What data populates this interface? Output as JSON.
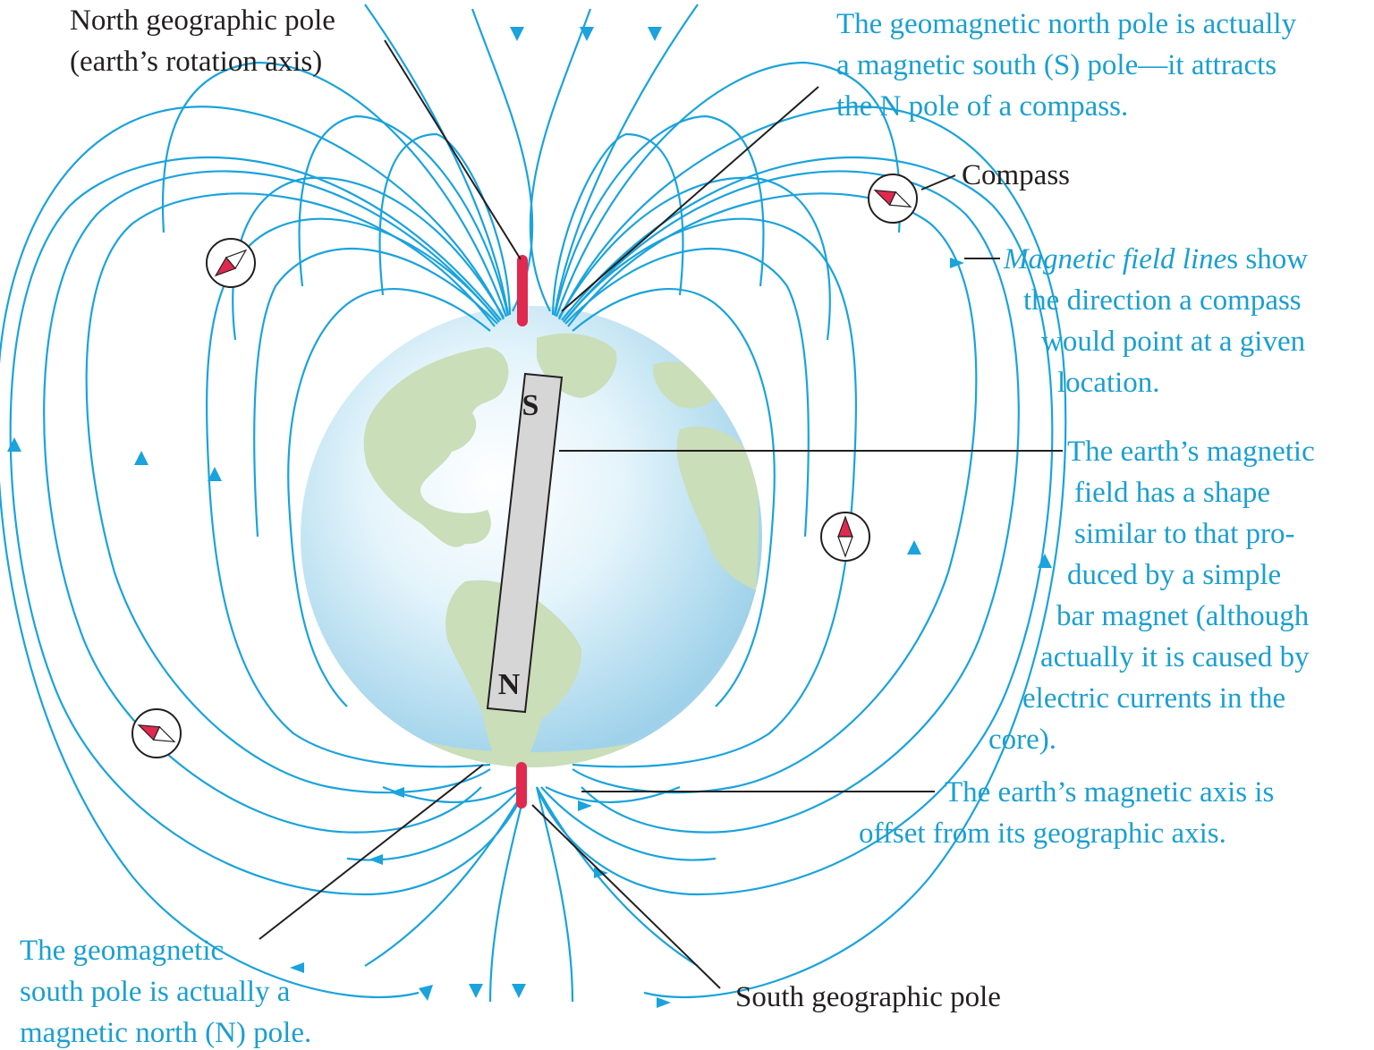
{
  "labels": {
    "north_geographic_pole": [
      "North geographic pole",
      "(earth’s rotation axis)"
    ],
    "geomagnetic_north": [
      "The geomagnetic north pole is actually",
      "a magnetic south (S) pole—it attracts",
      "the N pole of a compass."
    ],
    "compass": "Compass",
    "field_lines_term": "Magnetic field line",
    "field_lines_rest": [
      "s show",
      "the direction a compass",
      "would point at a given",
      "location."
    ],
    "bar_magnet_shape": [
      "The earth’s magnetic",
      "field has a shape",
      "similar to that pro-",
      "duced by a simple",
      "bar magnet (although",
      "actually it is caused by",
      "electric currents in the",
      "core)."
    ],
    "axis_offset": [
      "The earth’s magnetic axis is",
      "offset from its geographic axis."
    ],
    "geomagnetic_south": [
      "The geomagnetic",
      "south pole is actually a",
      "magnetic north (N) pole."
    ],
    "south_geographic_pole": "South geographic pole"
  },
  "magnet": {
    "top_pole": "S",
    "bottom_pole": "N"
  },
  "compasses": [
    {
      "name": "compass-upper-left",
      "needle_angle_deg": 230
    },
    {
      "name": "compass-upper-right",
      "needle_angle_deg": 295
    },
    {
      "name": "compass-right",
      "needle_angle_deg": 0
    },
    {
      "name": "compass-lower-left",
      "needle_angle_deg": 295
    }
  ],
  "colors": {
    "field_line": "#1aa3dc",
    "leader_line": "#231f20",
    "caption_blue": "#1a9fd1",
    "geographic_pole_marker": "#e0294f",
    "compass_north_fill": "#e0294f",
    "magnet_fill": "#d6d6d6",
    "land": "#c9deb9",
    "ocean": "#d2ecf6"
  }
}
